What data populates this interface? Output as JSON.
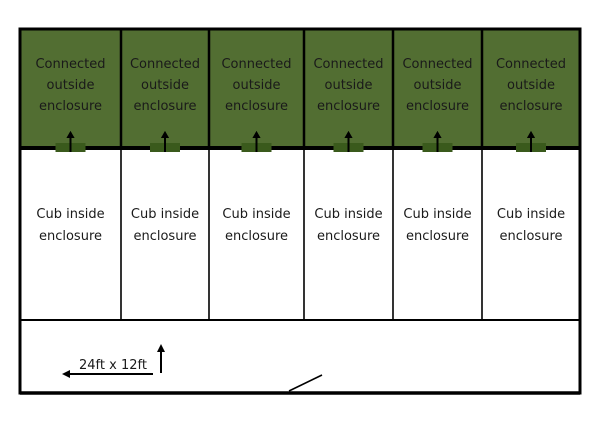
{
  "diagram": {
    "title": "Cub enclosure floor plan",
    "colors": {
      "outside_fill": "#526e32",
      "door_fill": "#3a5a1c",
      "inside_fill": "#ffffff",
      "wall": "#000000",
      "text": "#1a1a1a"
    },
    "outside_enclosures": [
      {
        "line1": "Connected",
        "line2": "outside",
        "line3": "enclosure"
      },
      {
        "line1": "Connected",
        "line2": "outside",
        "line3": "enclosure"
      },
      {
        "line1": "Connected",
        "line2": "outside",
        "line3": "enclosure"
      },
      {
        "line1": "Connected",
        "line2": "outside",
        "line3": "enclosure"
      },
      {
        "line1": "Connected",
        "line2": "outside",
        "line3": "enclosure"
      },
      {
        "line1": "Connected",
        "line2": "outside",
        "line3": "enclosure"
      }
    ],
    "inside_enclosures": [
      {
        "line1": "Cub inside",
        "line2": "enclosure"
      },
      {
        "line1": "Cub inside",
        "line2": "enclosure"
      },
      {
        "line1": "Cub inside",
        "line2": "enclosure"
      },
      {
        "line1": "Cub inside",
        "line2": "enclosure"
      },
      {
        "line1": "Cub inside",
        "line2": "enclosure"
      },
      {
        "line1": "Cub inside",
        "line2": "enclosure"
      }
    ],
    "corridor": {
      "dimension_label": "24ft x 12ft"
    }
  }
}
